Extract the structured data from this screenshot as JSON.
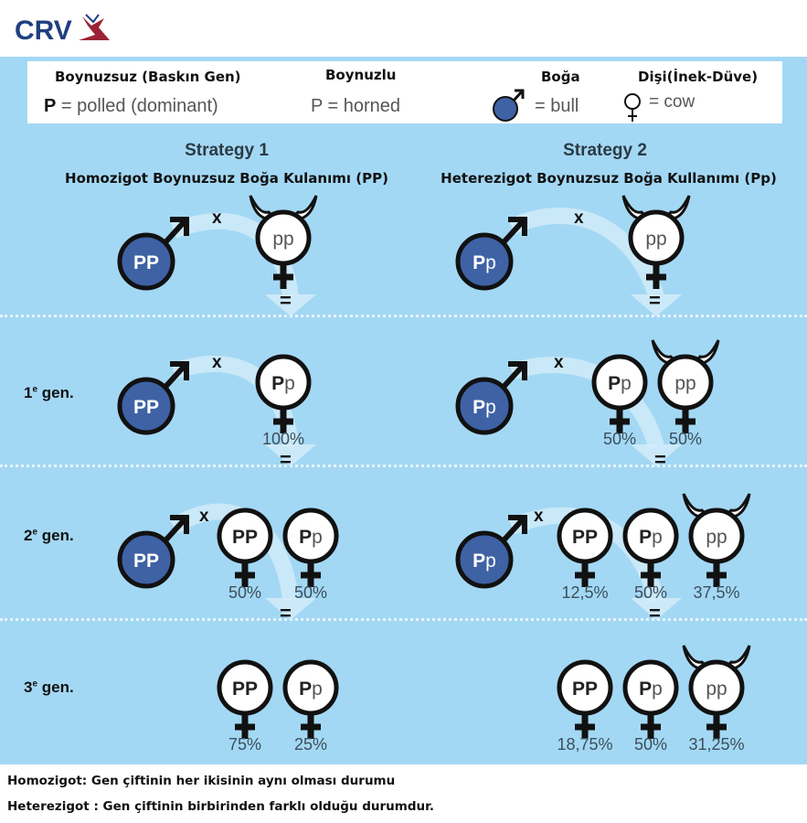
{
  "brand": {
    "name": "CRV",
    "colors": {
      "blue": "#1f3f80",
      "red": "#9b2335"
    }
  },
  "colors": {
    "panel_bg": "#a3d8f4",
    "bull_fill": "#3f62a5",
    "outline": "#111111",
    "arrow": "#d6eefa"
  },
  "legend": {
    "polled_heading": "Boynuzsuz (Baskın Gen)",
    "polled_symbol": "P",
    "polled_text": " = polled (dominant)",
    "horned_heading": "Boynuzlu",
    "horned_text": "P = horned",
    "bull_heading": "Boğa",
    "bull_text": "= bull",
    "cow_heading": "Dişi(İnek-Düve)",
    "cow_text": "= cow"
  },
  "strategies": [
    {
      "title": "Strategy 1",
      "subtitle": "Homozigot Boynuzsuz Boğa Kulanımı (PP)",
      "rows": [
        {
          "label": "",
          "bull": "PP",
          "cross": "x",
          "cows": [
            {
              "genotype": "pp",
              "horned": true,
              "percent": ""
            }
          ],
          "equals": "="
        },
        {
          "label": "1e gen.",
          "bull": "PP",
          "cross": "x",
          "cows": [
            {
              "genotype": "Pp",
              "horned": false,
              "percent": "100%"
            }
          ],
          "equals": "="
        },
        {
          "label": "2e gen.",
          "bull": "PP",
          "cross": "x",
          "cows": [
            {
              "genotype": "PP",
              "horned": false,
              "percent": "50%"
            },
            {
              "genotype": "Pp",
              "horned": false,
              "percent": "50%"
            }
          ],
          "equals": "="
        },
        {
          "label": "3e gen.",
          "bull": "",
          "cross": "",
          "cows": [
            {
              "genotype": "PP",
              "horned": false,
              "percent": "75%"
            },
            {
              "genotype": "Pp",
              "horned": false,
              "percent": "25%"
            }
          ],
          "equals": ""
        }
      ]
    },
    {
      "title": "Strategy 2",
      "subtitle": "Heterezigot Boynuzsuz Boğa Kullanımı (Pp)",
      "rows": [
        {
          "bull": "Pp",
          "cross": "x",
          "cows": [
            {
              "genotype": "pp",
              "horned": true,
              "percent": ""
            }
          ],
          "equals": "="
        },
        {
          "bull": "Pp",
          "cross": "x",
          "cows": [
            {
              "genotype": "Pp",
              "horned": false,
              "percent": "50%"
            },
            {
              "genotype": "pp",
              "horned": true,
              "percent": "50%"
            }
          ],
          "equals": "="
        },
        {
          "bull": "Pp",
          "cross": "x",
          "cows": [
            {
              "genotype": "PP",
              "horned": false,
              "percent": "12,5%"
            },
            {
              "genotype": "Pp",
              "horned": false,
              "percent": "50%"
            },
            {
              "genotype": "pp",
              "horned": true,
              "percent": "37,5%"
            }
          ],
          "equals": "="
        },
        {
          "bull": "",
          "cross": "",
          "cows": [
            {
              "genotype": "PP",
              "horned": false,
              "percent": "18,75%"
            },
            {
              "genotype": "Pp",
              "horned": false,
              "percent": "50%"
            },
            {
              "genotype": "pp",
              "horned": true,
              "percent": "31,25%"
            }
          ],
          "equals": ""
        }
      ]
    }
  ],
  "gen_labels": [
    {
      "num": "1",
      "sup": "e",
      "text": " gen."
    },
    {
      "num": "2",
      "sup": "e",
      "text": " gen."
    },
    {
      "num": "3",
      "sup": "e",
      "text": " gen."
    }
  ],
  "footer": {
    "line1": "Homozigot: Gen çiftinin her ikisinin aynı olması durumu",
    "line2": "Heterezigot : Gen çiftinin birbirinden farklı olduğu durumdur."
  }
}
